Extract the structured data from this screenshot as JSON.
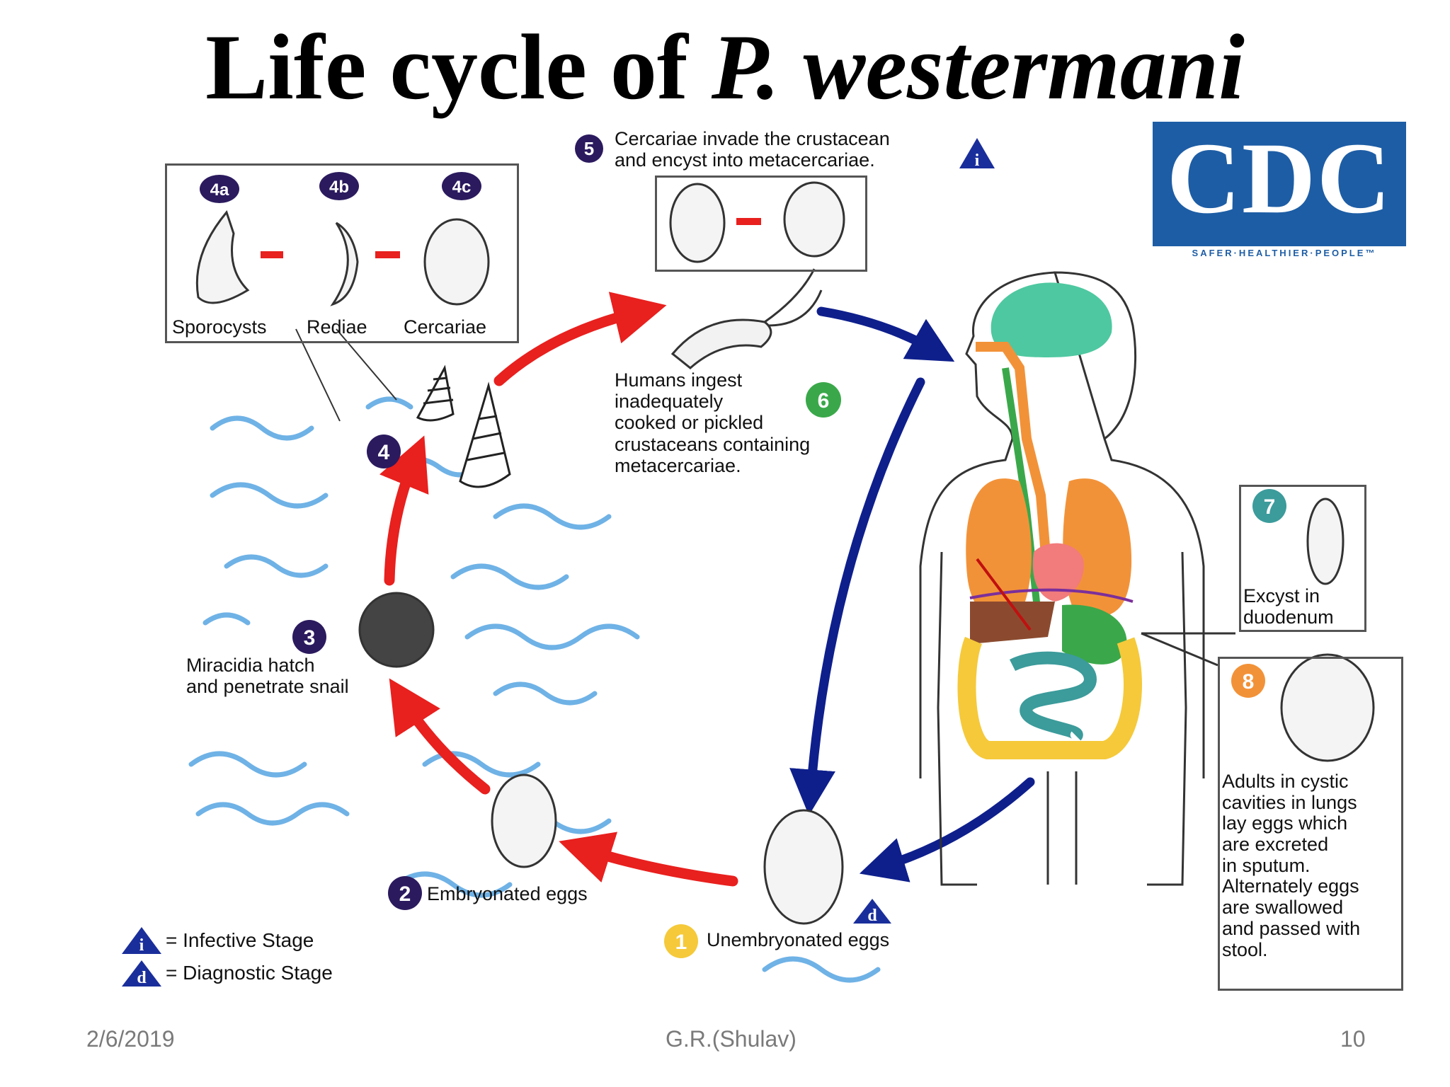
{
  "title": {
    "main": "Life cycle of ",
    "species": "P. westermani"
  },
  "logo": {
    "text": "CDC",
    "tagline": "SAFER·HEALTHIER·PEOPLE™",
    "color": "#1d5da5"
  },
  "stages": {
    "s1": {
      "num": "1",
      "label": "Unembryonated eggs"
    },
    "s2": {
      "num": "2",
      "label": "Embryonated eggs"
    },
    "s3": {
      "num": "3",
      "label_lines": [
        "Miracidia hatch",
        "and penetrate snail"
      ]
    },
    "s4": {
      "num": "4"
    },
    "s4a": {
      "num": "4a",
      "label": "Sporocysts"
    },
    "s4b": {
      "num": "4b",
      "label": "Rediae"
    },
    "s4c": {
      "num": "4c",
      "label": "Cercariae"
    },
    "s5": {
      "num": "5",
      "label_lines": [
        "Cercariae invade the crustacean",
        "and encyst into metacercariae."
      ]
    },
    "s6": {
      "num": "6",
      "label_lines": [
        "Humans ingest",
        "inadequately",
        "cooked or pickled",
        "crustaceans containing",
        "metacercariae."
      ]
    },
    "s7": {
      "num": "7",
      "label_lines": [
        "Excyst in",
        "duodenum"
      ]
    },
    "s8": {
      "num": "8",
      "label_lines": [
        "Adults in cystic",
        "cavities in lungs",
        "lay eggs which",
        "are excreted",
        "in sputum.",
        "Alternately eggs",
        "are swallowed",
        "and passed with",
        "stool."
      ]
    }
  },
  "legend": {
    "infective": {
      "symbol": "i",
      "label": "= Infective Stage"
    },
    "diagnostic": {
      "symbol": "d",
      "label": "= Diagnostic Stage"
    }
  },
  "footer": {
    "date": "2/6/2019",
    "author": "G.R.(Shulav)",
    "page": "10"
  },
  "colors": {
    "red_arrow": "#e8201e",
    "blue_arrow": "#0e1f8c",
    "badge": "#2b1a5e",
    "water": "#6fb2e6",
    "stage1": "#f5c93a",
    "stage6": "#3aa84a",
    "stage7": "#3c9b9b",
    "stage8": "#f29238"
  }
}
